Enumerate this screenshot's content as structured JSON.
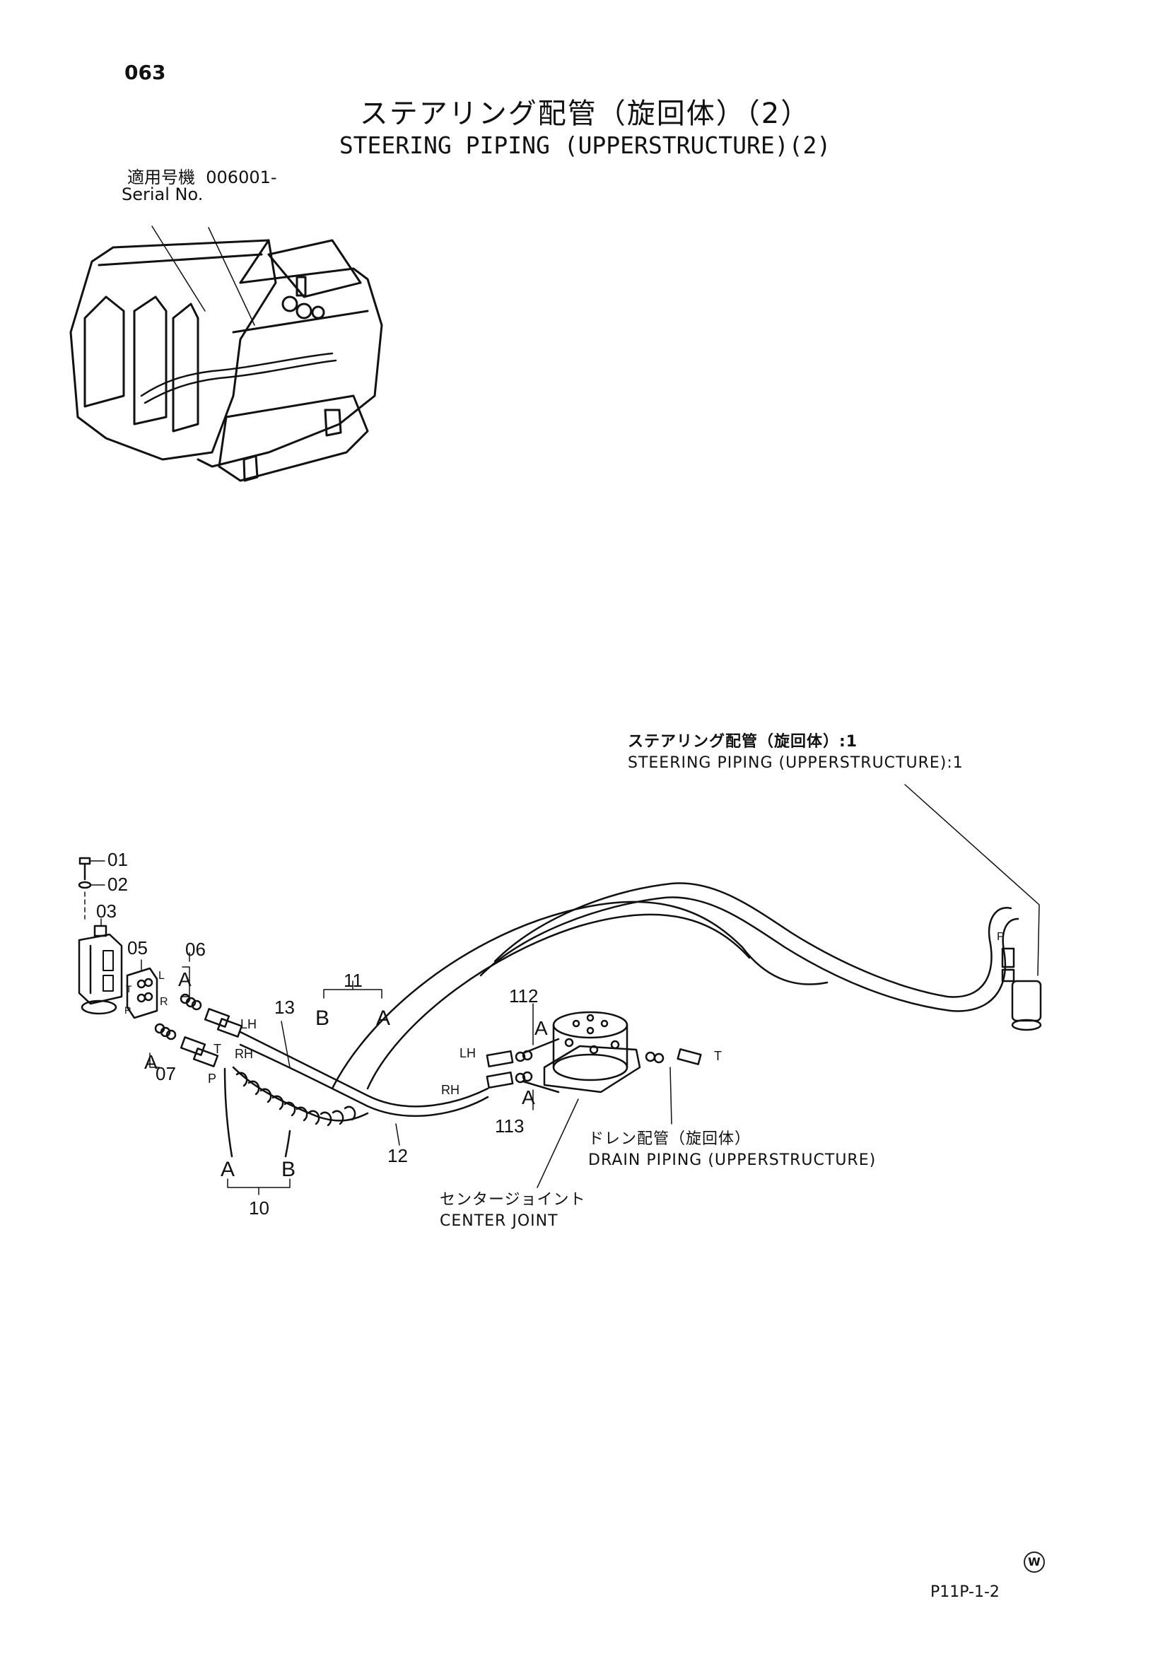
{
  "page_number": "063",
  "title_jp": "ステアリング配管（旋回体）（2）",
  "title_en": "STEERING PIPING (UPPERSTRUCTURE)(2)",
  "serial_label_jp": "適用号機",
  "serial_value": "006001-",
  "serial_label_en": "Serial No.",
  "callouts": {
    "ref_jp": "ステアリング配管（旋回体）:1",
    "ref_en": "STEERING PIPING (UPPERSTRUCTURE):1",
    "drain_jp": "ドレン配管（旋回体）",
    "drain_en": "DRAIN PIPING (UPPERSTRUCTURE)",
    "center_jp": "センタージョイント",
    "center_en": "CENTER JOINT"
  },
  "parts": {
    "p01": "01",
    "p02": "02",
    "p03": "03",
    "p05": "05",
    "p06": "06",
    "p07": "07",
    "p10": "10",
    "p11": "11",
    "p12": "12",
    "p13": "13",
    "p112": "112",
    "p113": "113"
  },
  "port_labels": {
    "a": "A",
    "b": "B",
    "lh": "LH",
    "rh": "RH",
    "t": "T",
    "p": "P",
    "l": "L",
    "r": "R"
  },
  "doc_code": "P11P-1-2",
  "mark": "W"
}
